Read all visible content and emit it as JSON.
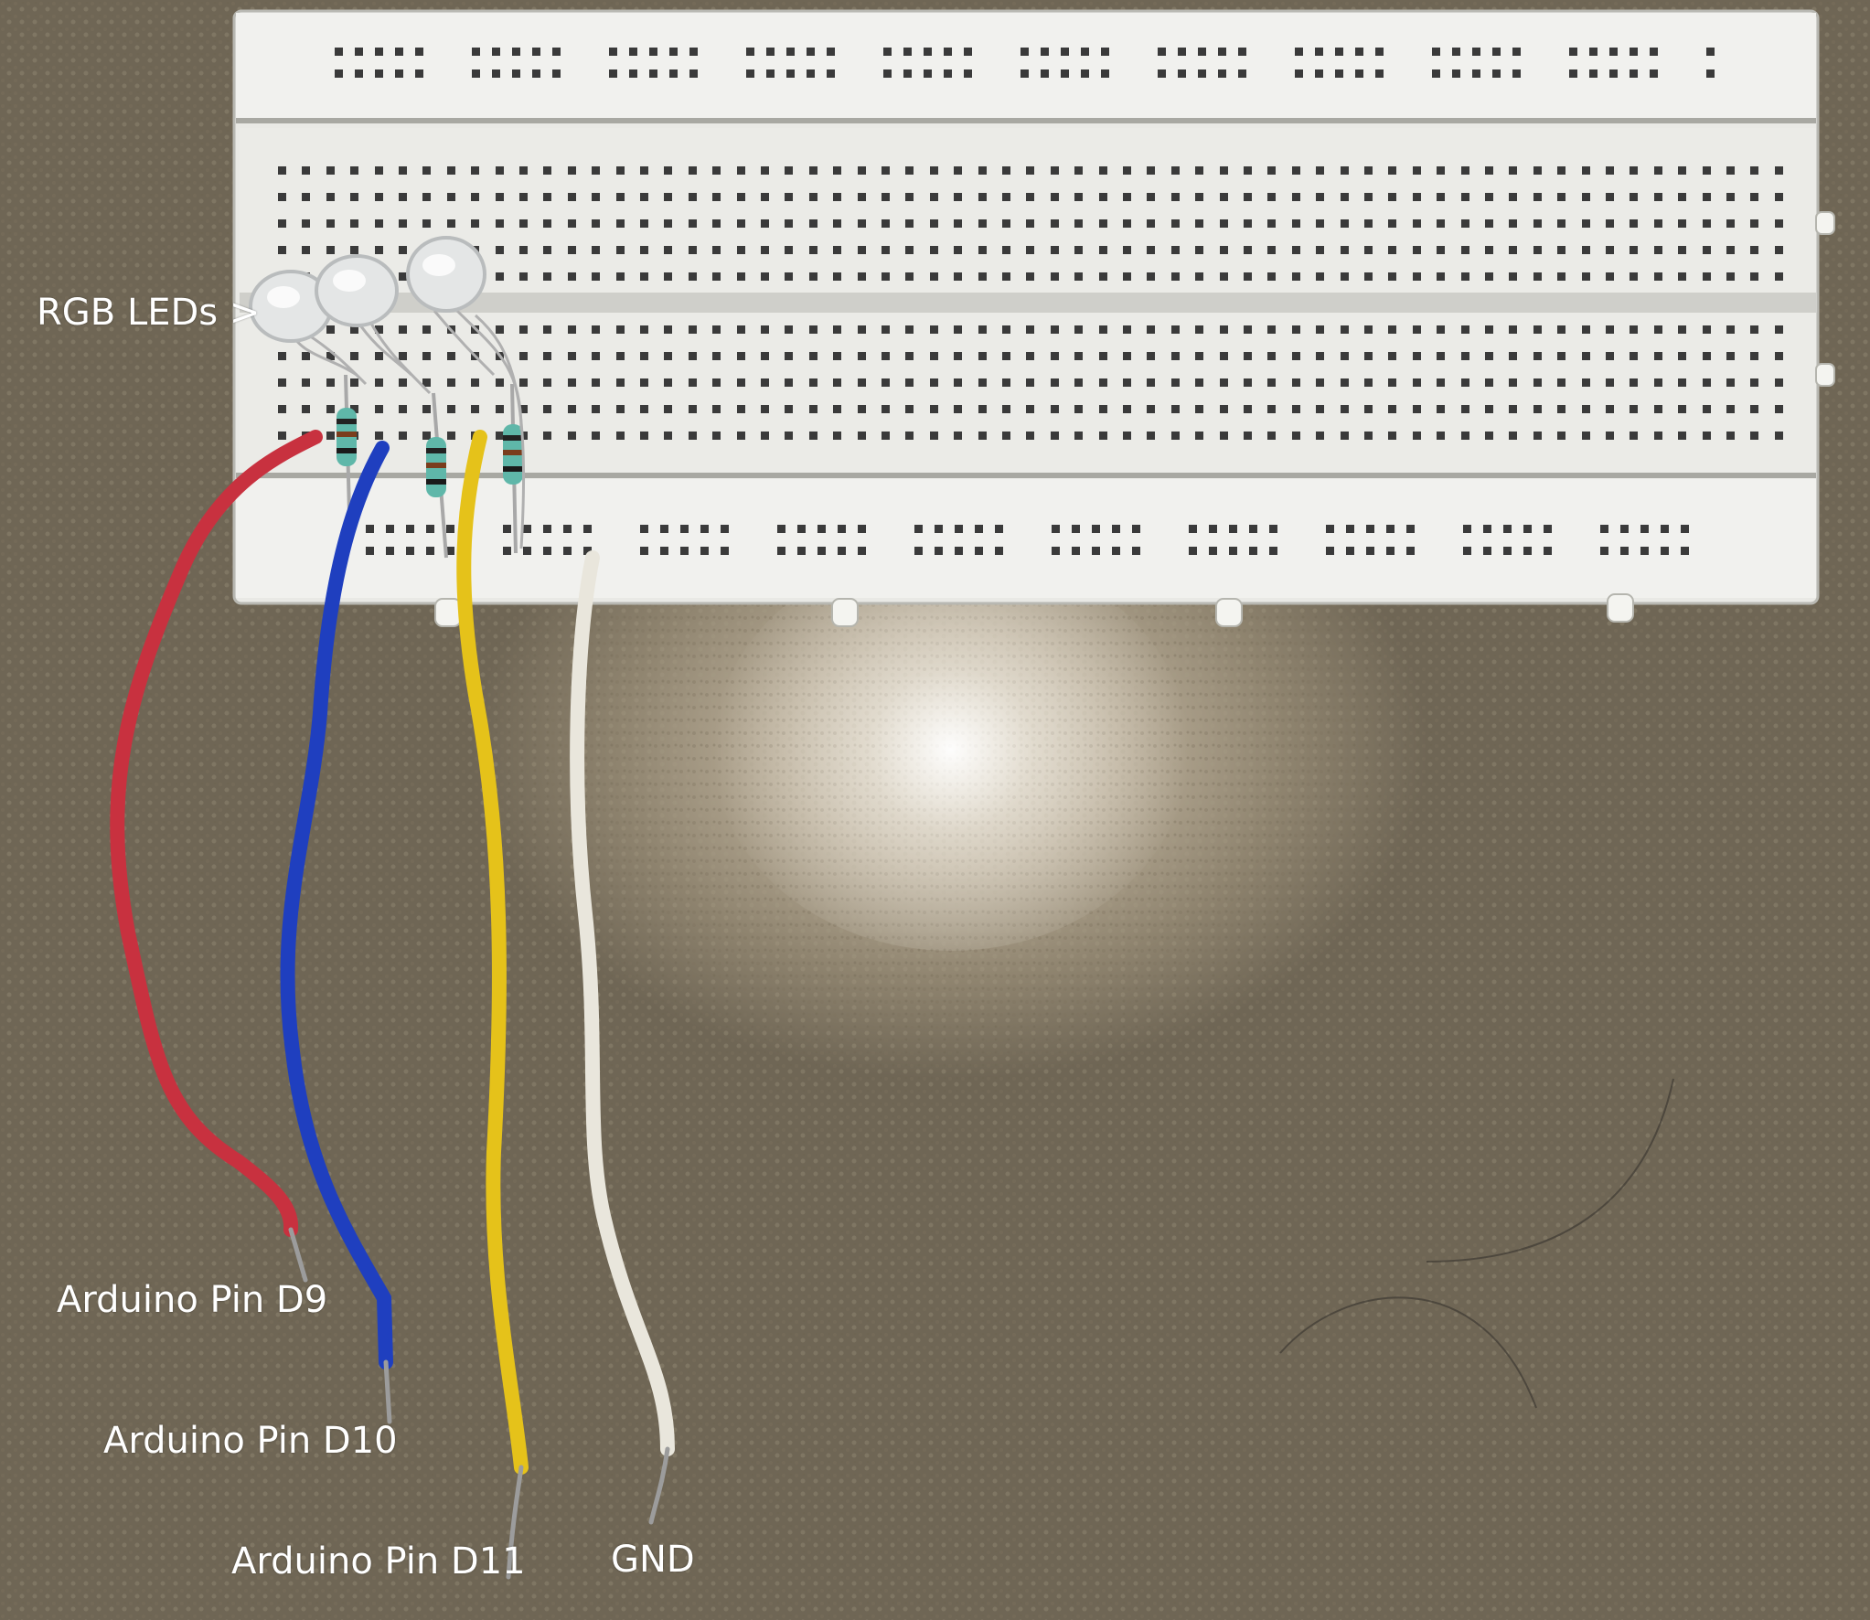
{
  "annotations": {
    "leds_label": "RGB LEDs >",
    "wire_red_label": "Arduino Pin D9",
    "wire_blue_label": "Arduino Pin D10",
    "wire_yellow_label": "Arduino Pin D11",
    "wire_white_label": "GND"
  },
  "colors": {
    "wire_red": "#c8313f",
    "wire_blue": "#1f3fbf",
    "wire_yellow": "#e5c21a",
    "wire_white": "#e9e6dc",
    "breadboard": "#eeeeea",
    "hole": "#3a3a3a"
  }
}
